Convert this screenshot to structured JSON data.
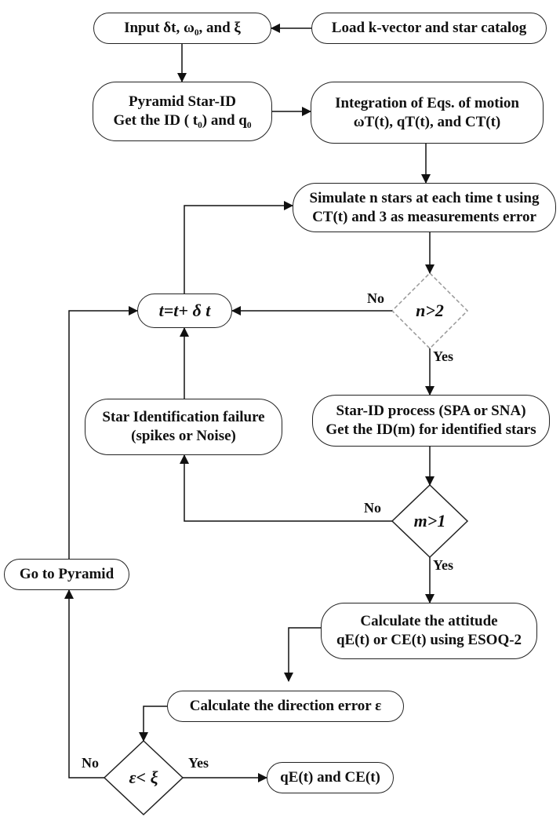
{
  "nodes": {
    "input": "Input δt, ω₀, and ξ",
    "load": "Load k-vector and star catalog",
    "pyramid_l1": "Pyramid Star-ID",
    "pyramid_l2": "Get the ID ( t₀) and q₀",
    "integration_l1": "Integration of Eqs. of motion",
    "integration_l2": "ωT(t), qT(t), and CT(t)",
    "simulate_l1": "Simulate n stars at each time t using",
    "simulate_l2": "CT(t) and 3  as measurements error",
    "time_update": "t=t+ δ t",
    "decision_n": "n>2",
    "starid_l1": "Star-ID process (SPA or SNA)",
    "starid_l2": "Get the ID(m) for identified stars",
    "failure_l1": "Star Identification failure",
    "failure_l2": "(spikes or Noise)",
    "decision_m": "m>1",
    "goto_pyramid": "Go to Pyramid",
    "attitude_l1": "Calculate the attitude",
    "attitude_l2": "qE(t) or CE(t) using ESOQ-2",
    "direction_error": "Calculate the direction error ε",
    "decision_eps": "ε< ξ",
    "output": "qE(t)  and  CE(t)"
  },
  "labels": {
    "no_n": "No",
    "yes_n": "Yes",
    "no_m": "No",
    "yes_m": "Yes",
    "no_eps": "No",
    "yes_eps": "Yes"
  }
}
